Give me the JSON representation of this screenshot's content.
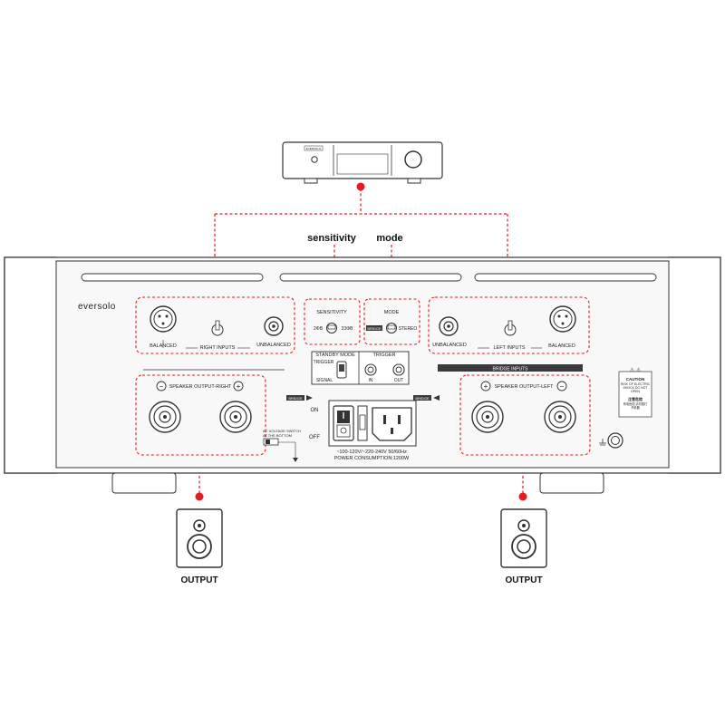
{
  "top_labels": {
    "sensitivity": "sensitivity",
    "mode": "mode"
  },
  "source_device": {
    "badge": "EVERSOLO"
  },
  "brand": {
    "logo_text": "eversolo"
  },
  "right_inputs": {
    "balanced": "BALANCED",
    "unbalanced": "UNBALANCED",
    "title": "RIGHT INPUTS"
  },
  "left_inputs": {
    "balanced": "BALANCED",
    "unbalanced": "UNBALANCED",
    "title": "LEFT INPUTS"
  },
  "sensitivity_panel": {
    "title": "SENSITIVITY",
    "left": "2ΦB",
    "right": "33ΦB"
  },
  "mode_panel": {
    "title": "MODE",
    "left": "BRIDGE",
    "right": "STEREO"
  },
  "standby_panel": {
    "title": "STANDBY MODE",
    "trigger": "TRIGGER",
    "signal": "SIGNAL"
  },
  "trigger_panel": {
    "title": "TRIGGER",
    "in": "IN",
    "out": "OUT"
  },
  "bridge_inputs": "BRIDGE INPUTS",
  "bridge_tag": "BRIDGE",
  "speaker_right": {
    "title": "SPEAKER OUTPUT-RIGHT",
    "minus": "−",
    "plus": "+"
  },
  "speaker_left": {
    "title": "SPEAKER OUTPUT-LEFT",
    "minus": "−",
    "plus": "+"
  },
  "ac_switch": {
    "line1": "AC VOLTAGE SWITCH",
    "line2": "AT THE BOTTOM"
  },
  "power": {
    "on": "ON",
    "off": "OFF",
    "voltage": "~100-120V/~220-240V  50/60Hz",
    "consumption": "POWER CONSUMPTION:1200W"
  },
  "caution": {
    "symbols": "⚠ ⚠",
    "title": "CAUTION",
    "line1": "RISK OF ELECTRIC",
    "line2": "SHOCK DO NOT",
    "line3": "OPEN",
    "cn_title": "注意危险",
    "cn_line1": "有电危险,请勿擅打",
    "cn_line2": "开机器"
  },
  "outputs": {
    "left_label": "OUTPUT",
    "right_label": "OUTPUT"
  },
  "colors": {
    "accent": "#e8191f",
    "stroke": "#333333",
    "panel": "#f7f7f7",
    "bar": "#3a3a3a"
  }
}
